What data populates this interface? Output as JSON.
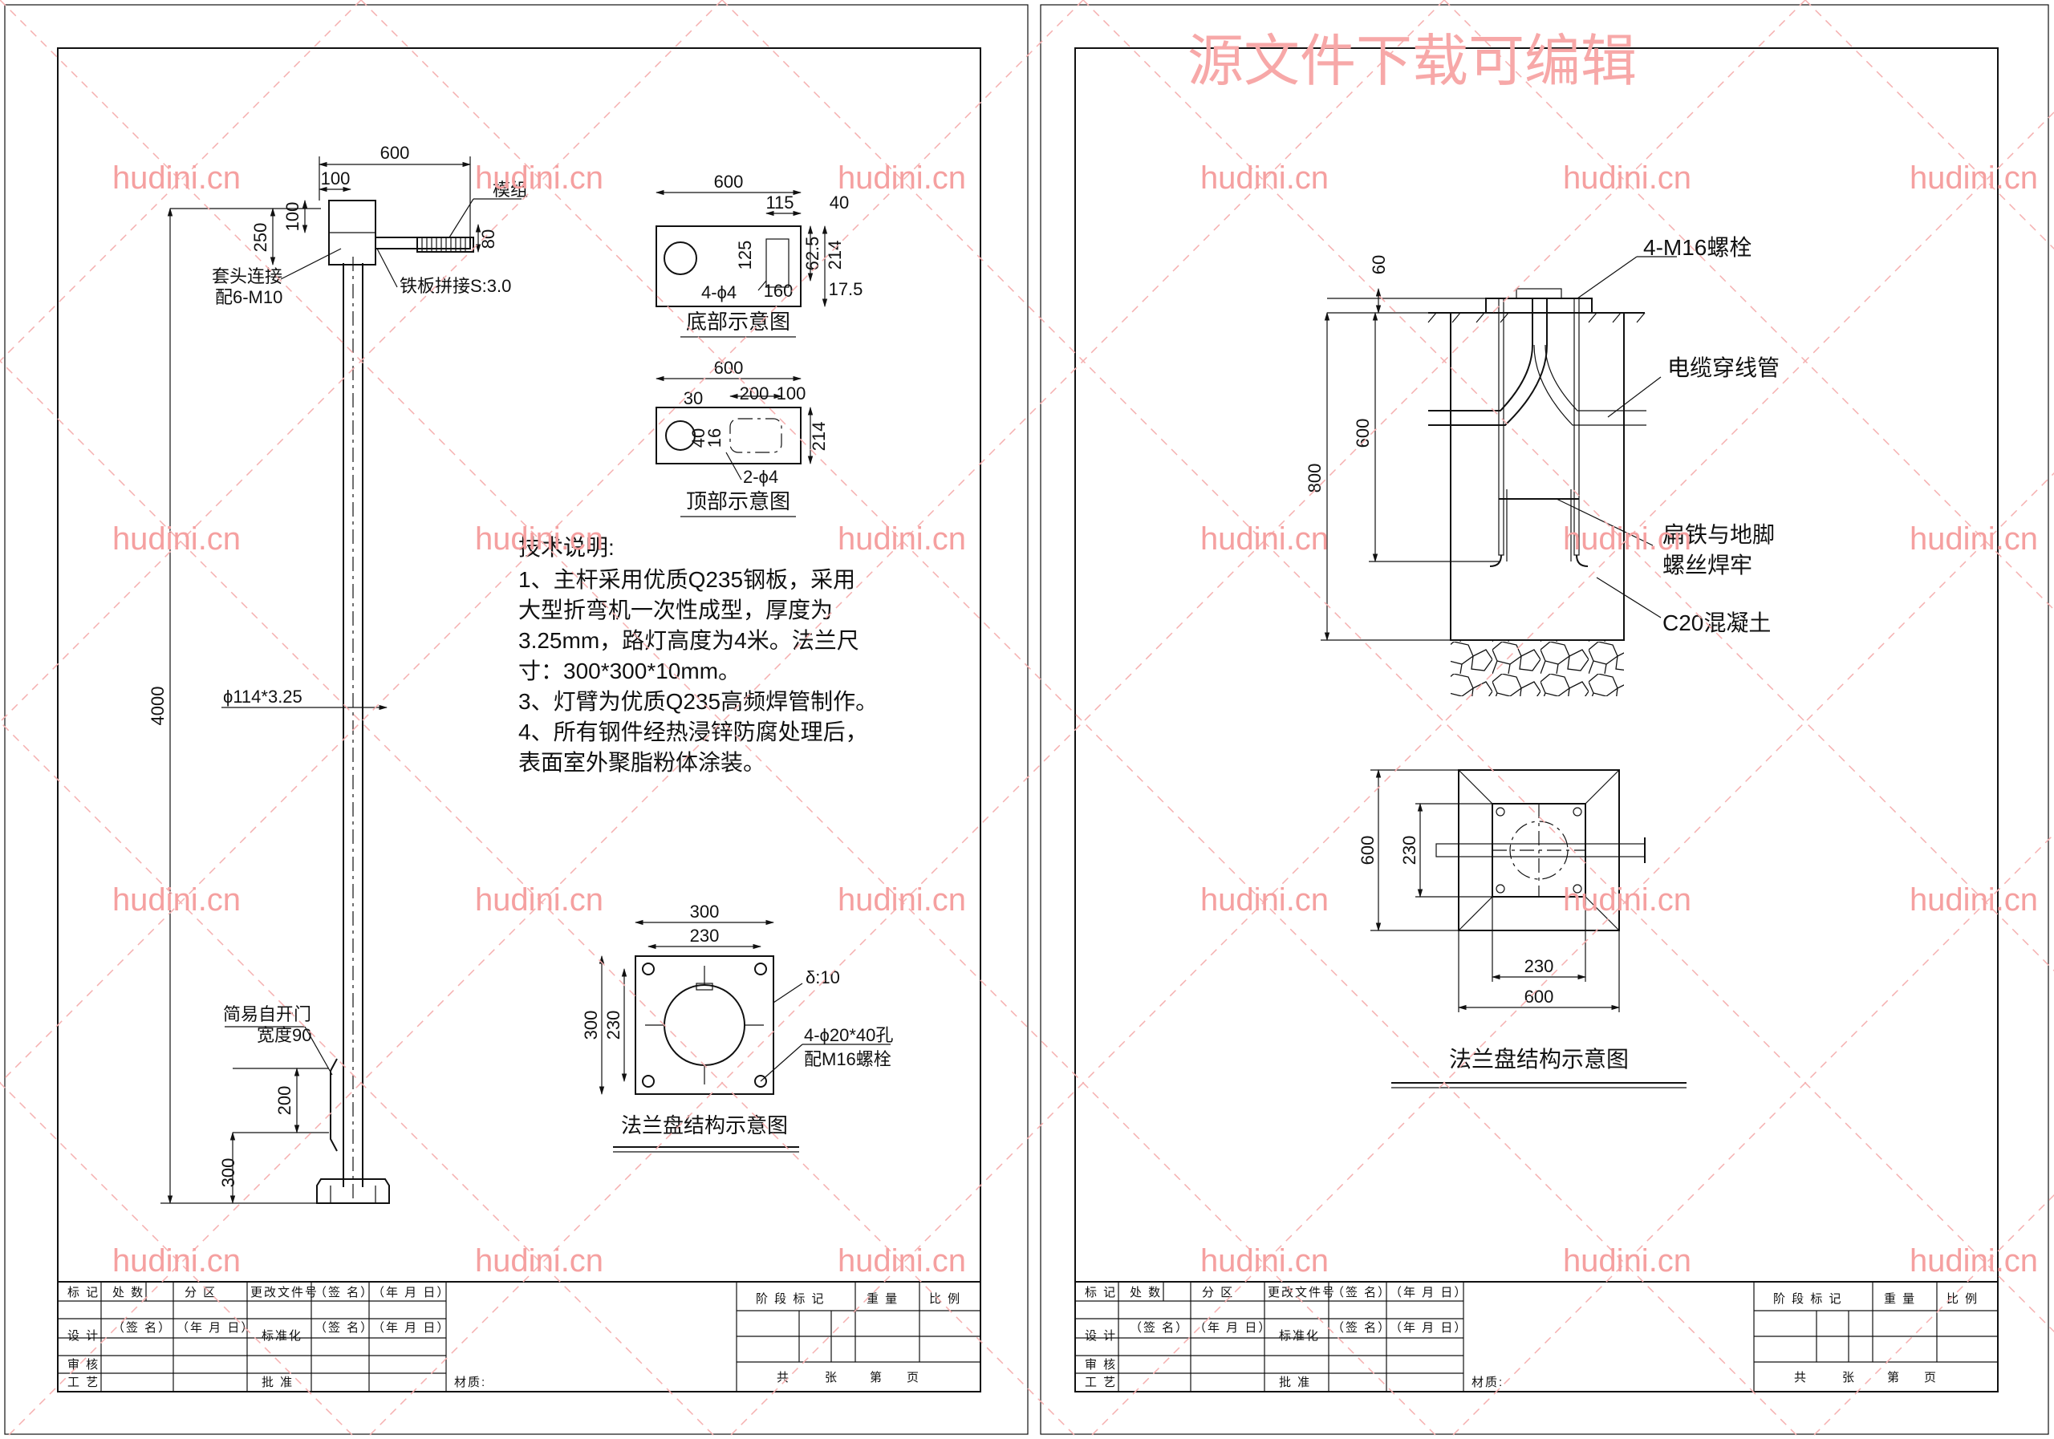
{
  "watermark": {
    "main": "源文件下载可编辑",
    "repeat": "hudini.cn"
  },
  "sheet_left": {
    "pole": {
      "dims": {
        "arm_len": "600",
        "arm_off": "100",
        "head_h": "100",
        "top": "250",
        "arm_h": "80",
        "total": "4000",
        "door": "200",
        "door_base": "300"
      },
      "labels": {
        "module": "模组",
        "sleeve": "套头连接",
        "sleeve2": "配6-M10",
        "plate": "铁板拼接S:3.0",
        "pipe": "ϕ114*3.25",
        "door1": "简易自开门",
        "door2": "宽度90"
      }
    },
    "bottom_view": {
      "caption": "底部示意图",
      "dims": {
        "w": "600",
        "a": "115",
        "b": "40",
        "c": "125",
        "d": "62.5",
        "e": "214",
        "f": "160",
        "g": "17.5",
        "holes": "4-ϕ4"
      }
    },
    "top_view": {
      "caption": "顶部示意图",
      "dims": {
        "w": "600",
        "a": "30",
        "b": "200",
        "c": "100",
        "d": "40",
        "e": "16",
        "f": "214",
        "holes": "2-ϕ4"
      }
    },
    "notes": {
      "title": "技术说明:",
      "lines": [
        "1、主杆采用优质Q235钢板，采用",
        "大型折弯机一次性成型，厚度为",
        "3.25mm，路灯高度为4米。法兰尺",
        "寸：300*300*10mm。",
        "3、灯臂为优质Q235高频焊管制作。",
        "4、所有钢件经热浸锌防腐处理后，",
        "表面室外聚脂粉体涂装。"
      ]
    },
    "flange": {
      "caption": "法兰盘结构示意图",
      "dims": {
        "outer": "300",
        "inner": "230",
        "outer_v": "300",
        "inner_v": "230",
        "thick": "δ:10"
      },
      "holes": "4-ϕ20*40孔",
      "bolts": "配M16螺栓"
    }
  },
  "sheet_right": {
    "foundation": {
      "labels": {
        "bolt": "4-M16螺栓",
        "cable": "电缆穿线管",
        "flat1": "扁铁与地脚",
        "flat2": "螺丝焊牢",
        "concrete": "C20混凝土"
      },
      "dims": {
        "top": "60",
        "bolt_len": "600",
        "depth": "800"
      }
    },
    "plan": {
      "caption": "法兰盘结构示意图",
      "dims": {
        "side_v": "600",
        "inner_v": "230",
        "inner_h": "230",
        "side_h": "600"
      }
    }
  },
  "title_block": {
    "r1": [
      "标 记",
      "处 数",
      "分 区",
      "更改文件号",
      "（签 名）",
      "（年 月 日）"
    ],
    "r2": [
      "设 计",
      "（签 名）",
      "（年 月 日）",
      "标准化",
      "（签 名）",
      "（年 月 日）"
    ],
    "r3": [
      "审 核"
    ],
    "r4": [
      "工 艺",
      "批 准"
    ],
    "material": "材质:",
    "stage": "阶 段 标 记",
    "weight": "重 量",
    "scale": "比 例",
    "total": "共",
    "sheet": "张",
    "nth": "第",
    "page": "页"
  }
}
